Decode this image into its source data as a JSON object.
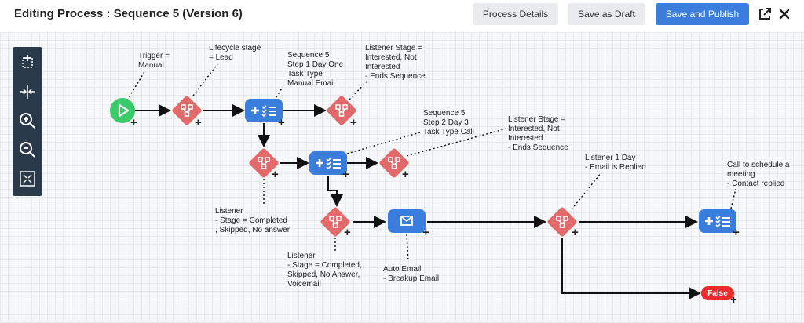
{
  "header": {
    "title": "Editing Process : Sequence 5 (Version 6)",
    "process_details": "Process Details",
    "save_draft": "Save as Draft",
    "save_publish": "Save and Publish"
  },
  "labels": {
    "trigger": "Trigger =\nManual",
    "lifecycle": "Lifecycle stage\n= Lead",
    "seq5_step1": "Sequence 5\nStep 1 Day One\nTask Type\nManual Email",
    "listener_top": "Listener Stage =\nInterested, Not\nInterested\n- Ends Sequence",
    "seq5_step2": "Sequence 5\nStep 2 Day 3\nTask Type Call",
    "listener_mid": "Listener Stage =\nInterested, Not\nInterested\n- Ends Sequence",
    "listener_left": "Listener\n- Stage = Completed\n, Skipped, No answer",
    "listener_bottom": "Listener\n- Stage = Completed,\nSkipped, No Answer,\nVoicemail",
    "auto_email": "Auto Email\n- Breakup Email",
    "listener_1day": "Listener 1 Day\n- Email is Replied",
    "call_schedule": "Call to schedule a\nmeeting\n- Contact replied",
    "false_node": "False"
  },
  "plus_symbol": "+",
  "colors": {
    "primary": "#3b7ddd",
    "condition": "#e36a6a",
    "trigger": "#3ccb6a",
    "false": "#ee2a2a",
    "toolbar": "#2b3a4a"
  },
  "icons": {
    "toolbar": [
      "fit-selection-icon",
      "spread-horizontal-icon",
      "zoom-in-icon",
      "zoom-out-icon",
      "fit-screen-icon"
    ],
    "header": [
      "open-external-icon",
      "close-icon"
    ]
  }
}
